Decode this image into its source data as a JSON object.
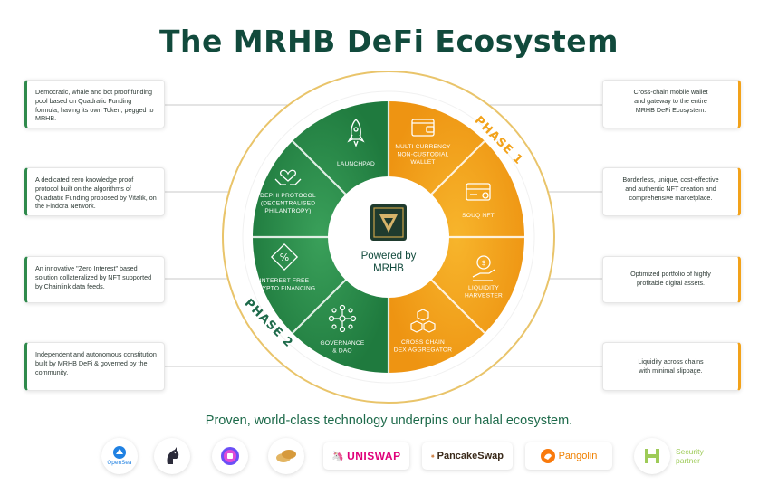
{
  "title": "The MRHB DeFi Ecosystem",
  "tagline": "Proven, world-class technology underpins our halal ecosystem.",
  "center": {
    "line1": "Powered by",
    "line2": "MRHB"
  },
  "phases": {
    "phase1": "PHASE 1",
    "phase2": "PHASE 2"
  },
  "segments": {
    "launchpad": {
      "lines": [
        "LAUNCHPAD"
      ],
      "icon": "rocket-icon"
    },
    "wallet": {
      "lines": [
        "MULTI CURRENCY",
        "NON-CUSTODIAL",
        "WALLET"
      ],
      "icon": "wallet-icon"
    },
    "souq": {
      "lines": [
        "SOUQ NFT"
      ],
      "icon": "nft-card-icon"
    },
    "harvester": {
      "lines": [
        "LIQUIDITY",
        "HARVESTER"
      ],
      "icon": "money-hand-icon"
    },
    "dex": {
      "lines": [
        "CROSS CHAIN",
        "DEX AGGREGATOR"
      ],
      "icon": "cubes-icon"
    },
    "governance": {
      "lines": [
        "GOVERNANCE",
        "& DAO"
      ],
      "icon": "network-icon"
    },
    "interest": {
      "lines": [
        "INTEREST FREE",
        "CRYPTO FINANCING"
      ],
      "icon": "percent-icon"
    },
    "dephi": {
      "lines": [
        "DEPHI PROTOCOL",
        "(DECENTRALISED",
        "PHILANTROPY)"
      ],
      "icon": "hands-heart-icon"
    }
  },
  "left_boxes": [
    "Democratic, whale and bot proof funding pool based on Quadratic Funding formula, having its own Token, pegged to MRHB.",
    "A dedicated zero knowledge proof protocol built on the algorithms of Quadratic Funding proposed by Vitalik, on the Findora Network.",
    "An innovative \"Zero Interest\" based solution collateralized by NFT supported by Chainlink data feeds.",
    "Independent and autonomous constitution built by MRHB DeFi & governed by the community."
  ],
  "right_boxes": [
    [
      "Cross-chain mobile wallet",
      "and gateway to the entire",
      "MRHB DeFi Ecosystem."
    ],
    [
      "Borderless, unique, cost-effective",
      "and authentic NFT creation and",
      "comprehensive marketplace."
    ],
    [
      "Optimized portfolio of highly",
      "profitable digital assets."
    ],
    [
      "Liquidity across chains",
      "with minimal slippage."
    ]
  ],
  "partners": {
    "opensea": "OpenSea",
    "uniswap": "UNISWAP",
    "pancakeswap": "PancakeSwap",
    "pangolin": "Pangolin",
    "security": [
      "Security",
      "partner"
    ]
  },
  "colors": {
    "brand_green": "#114a3c",
    "segment_green": "#2e8a4b",
    "segment_orange": "#f2a21a",
    "ring_gold": "#e9c46a"
  }
}
